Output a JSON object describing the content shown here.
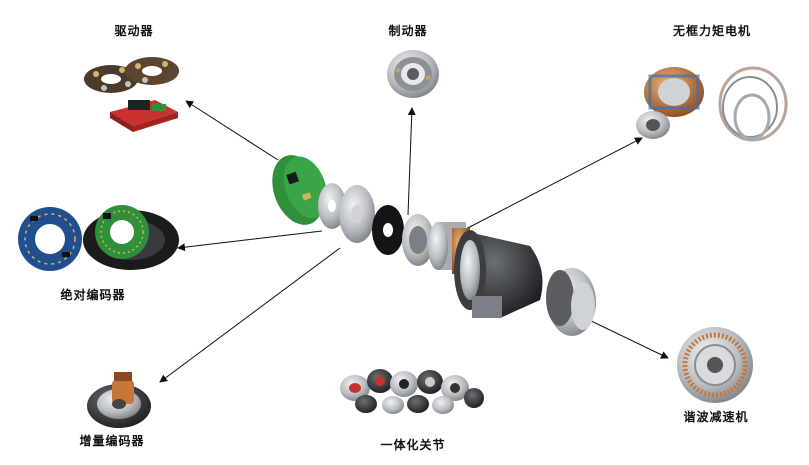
{
  "labels": {
    "driver": "驱动器",
    "brake": "制动器",
    "frameless_motor": "无框力矩电机",
    "absolute_encoder": "绝对编码器",
    "incremental_encoder": "增量编码器",
    "integrated_joint": "一体化关节",
    "harmonic_reducer": "谐波减速机"
  },
  "colors": {
    "arrow": "#111111",
    "pcb_green": "#2f8f3a",
    "pcb_blue": "#1f4f8f",
    "metal": "#c9ccd0",
    "dark_metal": "#2a2b2e",
    "copper": "#c7763a",
    "red_board": "#c8312d"
  }
}
